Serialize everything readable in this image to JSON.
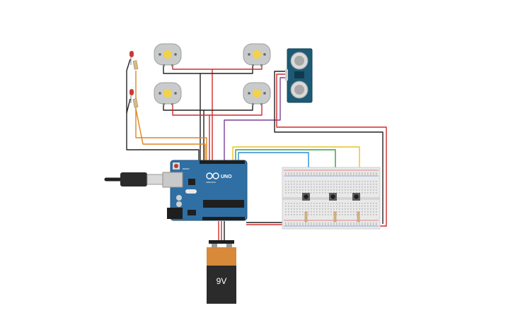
{
  "canvas": {
    "background": "#ffffff"
  },
  "arduino": {
    "model_label": "UNO",
    "brand_label": "ARDUINO",
    "reset_label": "RESET",
    "board_color": "#2f6fa3"
  },
  "battery": {
    "label": "9V",
    "top_color": "#d8893a",
    "body_color": "#2b2b2b"
  },
  "ultrasonic": {
    "board_color": "#1c5a75"
  },
  "breadboard": {
    "color": "#e9e9e9"
  },
  "motors": [
    {
      "name": "motor-top-left"
    },
    {
      "name": "motor-top-right"
    },
    {
      "name": "motor-bottom-left"
    },
    {
      "name": "motor-bottom-right"
    }
  ],
  "leds": [
    {
      "color": "#c83a3a"
    },
    {
      "color": "#c83a3a"
    }
  ],
  "wire_colors": {
    "red": "#d12b2b",
    "black": "#222222",
    "orange": "#e0861c",
    "purple": "#7a3e98",
    "blue": "#2e8bd4",
    "green": "#2fa043",
    "yellow": "#e6c22a",
    "teal": "#1f8f8f"
  }
}
